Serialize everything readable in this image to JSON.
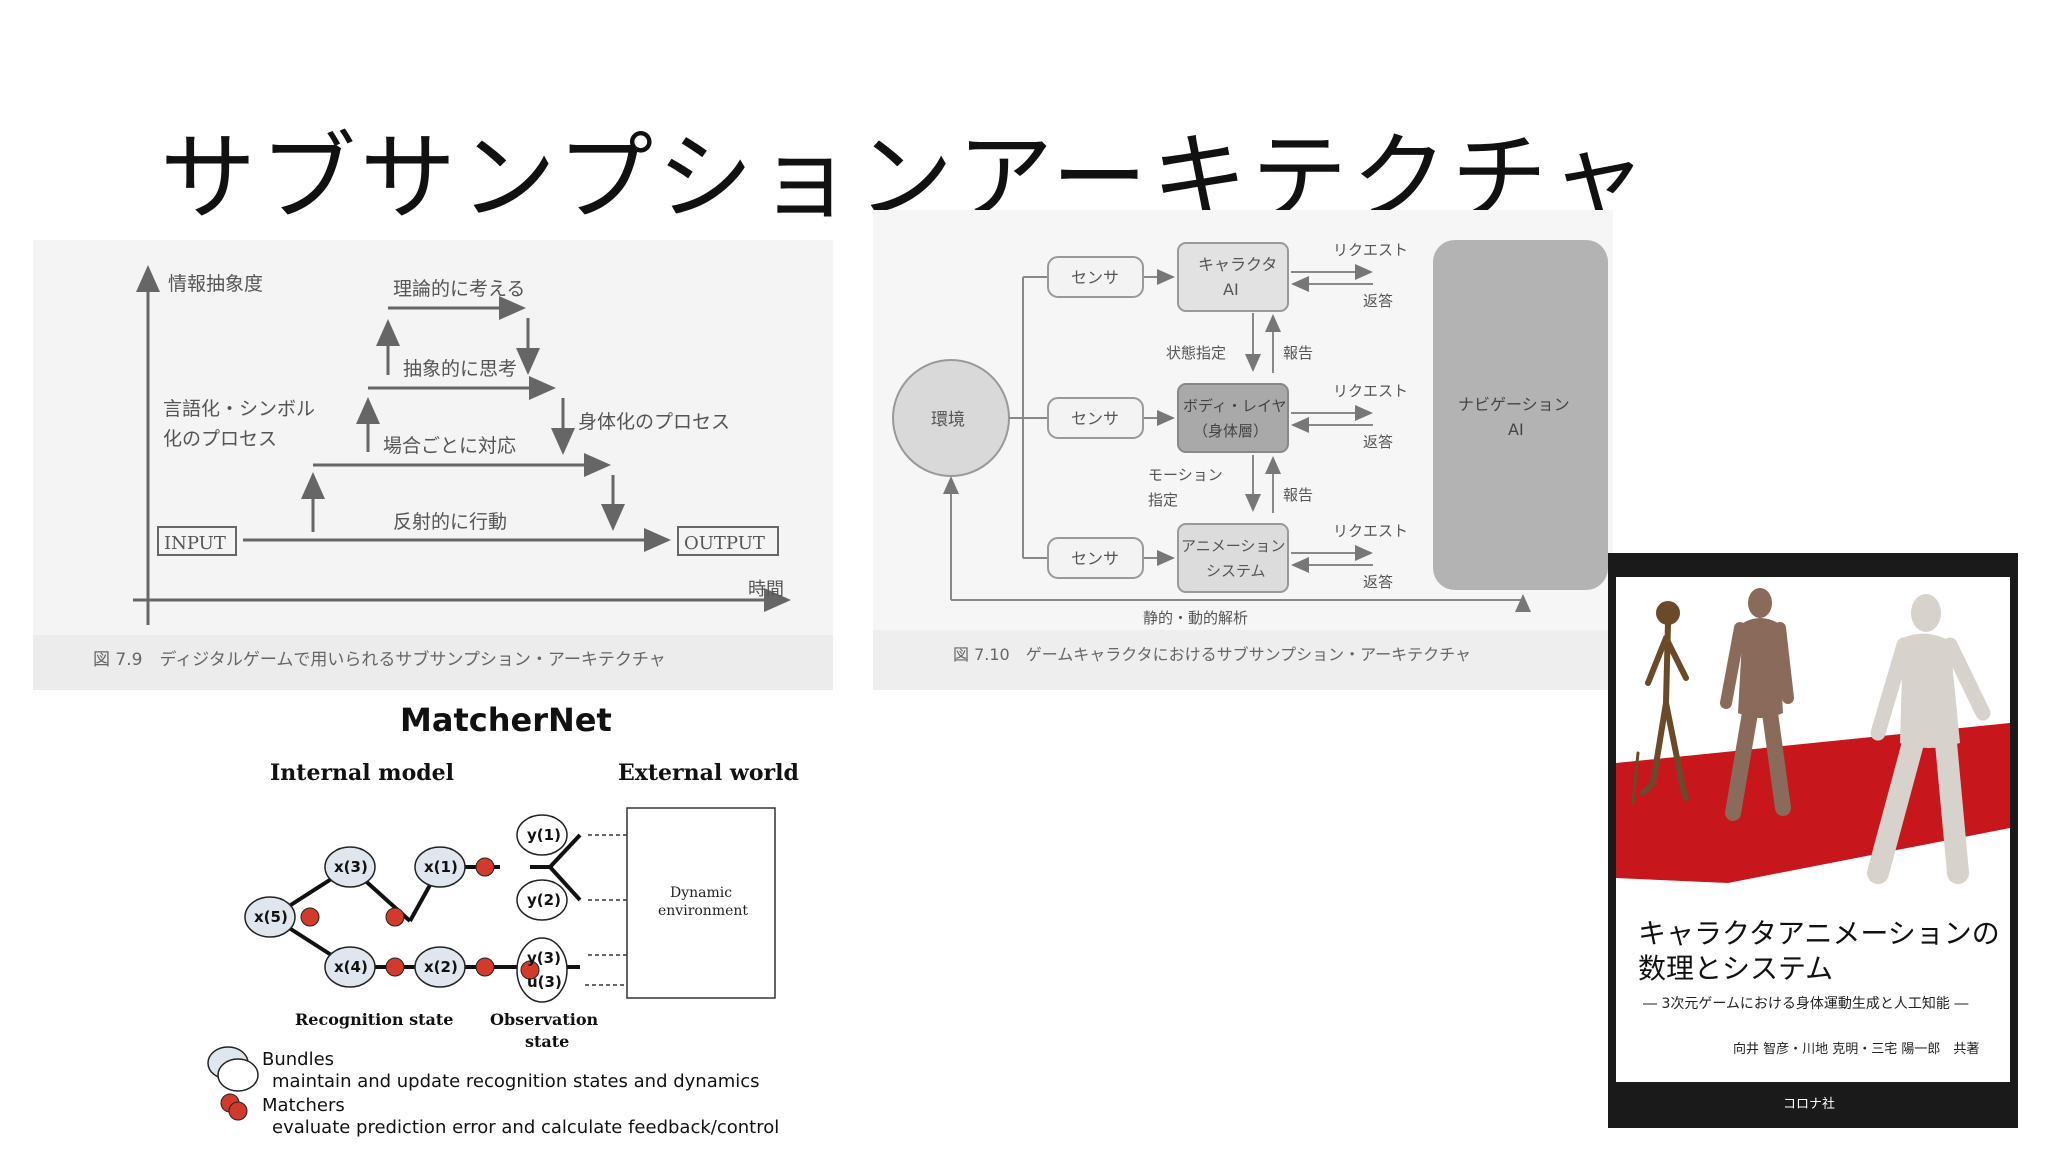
{
  "slide": {
    "title": "サブサンプションアーキテクチャ"
  },
  "fig79": {
    "y_axis_label": "情報抽象度",
    "x_axis_label": "時間",
    "level4": "理論的に考える",
    "level3": "抽象的に思考",
    "level2": "場合ごとに対応",
    "level1": "反射的に行動",
    "left_note_1": "言語化・シンボル",
    "left_note_2": "化のプロセス",
    "right_note": "身体化のプロセス",
    "input_label": "INPUT",
    "output_label": "OUTPUT",
    "caption": "図 7.9　ディジタルゲームで用いられるサブサンプション・アーキテクチャ"
  },
  "fig710": {
    "env": "環境",
    "sensor": "センサ",
    "char_ai_1": "キャラクタ",
    "char_ai_2": "AI",
    "body_1": "ボディ・レイヤ",
    "body_2": "（身体層）",
    "anim_1": "アニメーション",
    "anim_2": "システム",
    "nav_1": "ナビゲーション",
    "nav_2": "AI",
    "request": "リクエスト",
    "reply": "返答",
    "state_spec": "状態指定",
    "report": "報告",
    "motion_spec_1": "モーション",
    "motion_spec_2": "指定",
    "analysis": "静的・動的解析",
    "caption": "図 7.10　ゲームキャラクタにおけるサブサンプション・アーキテクチャ"
  },
  "matcher": {
    "title": "MatcherNet",
    "internal": "Internal model",
    "external": "External world",
    "dynamic_1": "Dynamic",
    "dynamic_2": "environment",
    "recognition": "Recognition state",
    "observation_1": "Observation",
    "observation_2": "state",
    "bundles_title": "Bundles",
    "bundles_desc": "maintain and update recognition states and dynamics",
    "matchers_title": "Matchers",
    "matchers_desc": "evaluate prediction error and calculate feedback/control",
    "nodes": {
      "x1": "x(1)",
      "x2": "x(2)",
      "x3": "x(3)",
      "x4": "x(4)",
      "x5": "x(5)",
      "y1": "y(1)",
      "y2": "y(2)",
      "y3": "y(3)",
      "u3": "u(3)"
    }
  },
  "book": {
    "title_1": "キャラクタアニメーションの",
    "title_2": "数理とシステム",
    "subtitle": "― 3次元ゲームにおける身体運動生成と人工知能 ―",
    "authors": "向井 智彦・川地 克明・三宅 陽一郎　共著",
    "publisher": "コロナ社"
  }
}
